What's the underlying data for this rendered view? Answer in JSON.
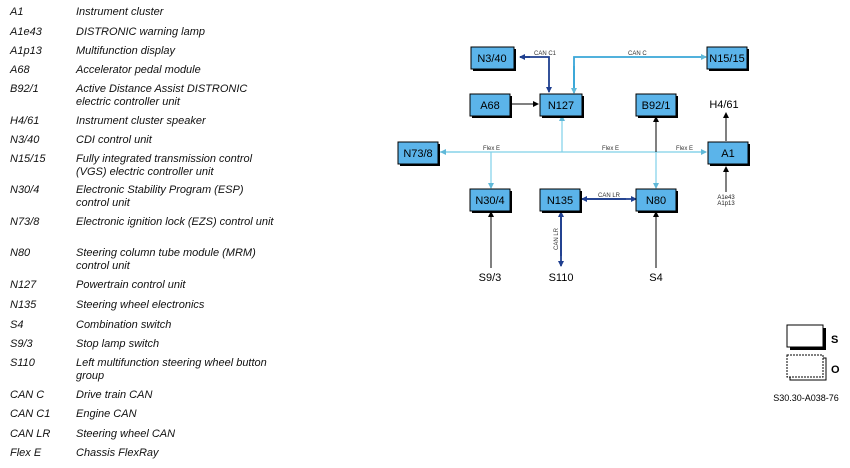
{
  "legend": [
    {
      "code": "A1",
      "desc": "Instrument cluster"
    },
    {
      "code": "A1e43",
      "desc": "DISTRONIC warning lamp"
    },
    {
      "code": "A1p13",
      "desc": "Multifunction display"
    },
    {
      "code": "A68",
      "desc": "Accelerator pedal module"
    },
    {
      "code": "B92/1",
      "desc": "Active Distance Assist DISTRONIC electric controller unit"
    },
    {
      "code": "H4/61",
      "desc": "Instrument cluster speaker"
    },
    {
      "code": "N3/40",
      "desc": "CDI control unit"
    },
    {
      "code": "N15/15",
      "desc": "Fully integrated transmission control (VGS) electric controller unit"
    },
    {
      "code": "N30/4",
      "desc": "Electronic Stability Program (ESP) control unit"
    },
    {
      "code": "N73/8",
      "desc": "Electronic ignition lock (EZS) control unit"
    },
    {
      "code": "N80",
      "desc": "Steering column tube module (MRM) control unit"
    },
    {
      "code": "N127",
      "desc": "Powertrain control unit"
    },
    {
      "code": "N135",
      "desc": "Steering wheel electronics"
    },
    {
      "code": "S4",
      "desc": "Combination switch"
    },
    {
      "code": "S9/3",
      "desc": "Stop lamp switch"
    },
    {
      "code": "S110",
      "desc": "Left multifunction steering wheel button group"
    },
    {
      "code": "CAN C",
      "desc": "Drive train CAN"
    },
    {
      "code": "CAN C1",
      "desc": "Engine CAN"
    },
    {
      "code": "CAN LR",
      "desc": "Steering wheel CAN"
    },
    {
      "code": "Flex E",
      "desc": "Chassis FlexRay"
    }
  ],
  "diagram": {
    "boxes": {
      "n340": "N3/40",
      "n1515": "N15/15",
      "a68": "A68",
      "n127": "N127",
      "b921": "B92/1",
      "n738": "N73/8",
      "a1": "A1",
      "n304": "N30/4",
      "n135": "N135",
      "n80": "N80"
    },
    "buses": {
      "can_c1": "CAN C1",
      "can_c": "CAN C",
      "flex_e_left": "Flex E",
      "flex_e_mid": "Flex E",
      "flex_e_right": "Flex E",
      "can_lr_h": "CAN LR",
      "can_lr_v": "CAN LR"
    },
    "external": {
      "h461": "H4/61",
      "s93": "S9/3",
      "s110": "S110",
      "s4": "S4",
      "a1e43": "A1e43",
      "a1p13": "A1p13"
    },
    "colors": {
      "box_fill": "#5bb4ea",
      "can_dark": "#1f3f8f",
      "can_light": "#39a6d8",
      "flex": "#7fd0e8"
    }
  },
  "key": {
    "s_letter": "S",
    "o_letter": "O"
  },
  "doc_ref": "S30.30-A038-76"
}
